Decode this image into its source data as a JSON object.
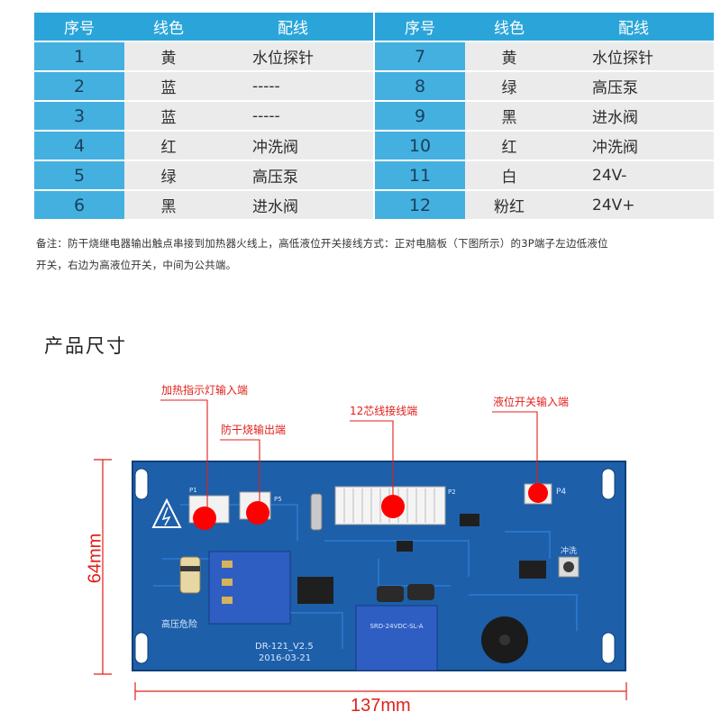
{
  "table": {
    "headers": {
      "num": "序号",
      "color": "线色",
      "wiring": "配线"
    },
    "left_rows": [
      {
        "num": "1",
        "color": "黄",
        "wiring": "水位探针"
      },
      {
        "num": "2",
        "color": "蓝",
        "wiring": "-----"
      },
      {
        "num": "3",
        "color": "蓝",
        "wiring": "-----"
      },
      {
        "num": "4",
        "color": "红",
        "wiring": "冲洗阀"
      },
      {
        "num": "5",
        "color": "绿",
        "wiring": "高压泵"
      },
      {
        "num": "6",
        "color": "黑",
        "wiring": "进水阀"
      }
    ],
    "right_rows": [
      {
        "num": "7",
        "color": "黄",
        "wiring": "水位探针"
      },
      {
        "num": "8",
        "color": "绿",
        "wiring": "高压泵"
      },
      {
        "num": "9",
        "color": "黑",
        "wiring": "进水阀"
      },
      {
        "num": "10",
        "color": "红",
        "wiring": "冲洗阀"
      },
      {
        "num": "11",
        "color": "白",
        "wiring": "24V-"
      },
      {
        "num": "12",
        "color": "粉红",
        "wiring": "24V+"
      }
    ]
  },
  "note": {
    "line1": "备注：防干烧继电器输出触点串接到加热器火线上，高低液位开关接线方式：正对电脑板（下图所示）的3P端子左边低液位",
    "line2": "开关，右边为高液位开关，中间为公共端。"
  },
  "section_title": "产品尺寸",
  "callouts": {
    "heater_indicator": "加热指示灯输入端",
    "dry_burn_output": "防干烧输出端",
    "twelve_core": "12芯线接线端",
    "level_switch": "液位开关输入端"
  },
  "dimensions": {
    "height": "64mm",
    "width": "137mm"
  },
  "pcb": {
    "model": "DR-121_V2.5",
    "date": "2016-03-21",
    "high_voltage": "高压危险",
    "flush": "冲洗",
    "p1": "P1",
    "p5": "P5",
    "p2": "P2",
    "p4": "P4",
    "relay_text": "SRD-24VDC-SL-A"
  },
  "colors": {
    "header_blue": "#2ba5d9",
    "num_cell_blue": "#44b0e0",
    "row_gray": "#ebebeb",
    "pcb_blue": "#1a5ea8",
    "annotation_red": "#e0201b"
  }
}
